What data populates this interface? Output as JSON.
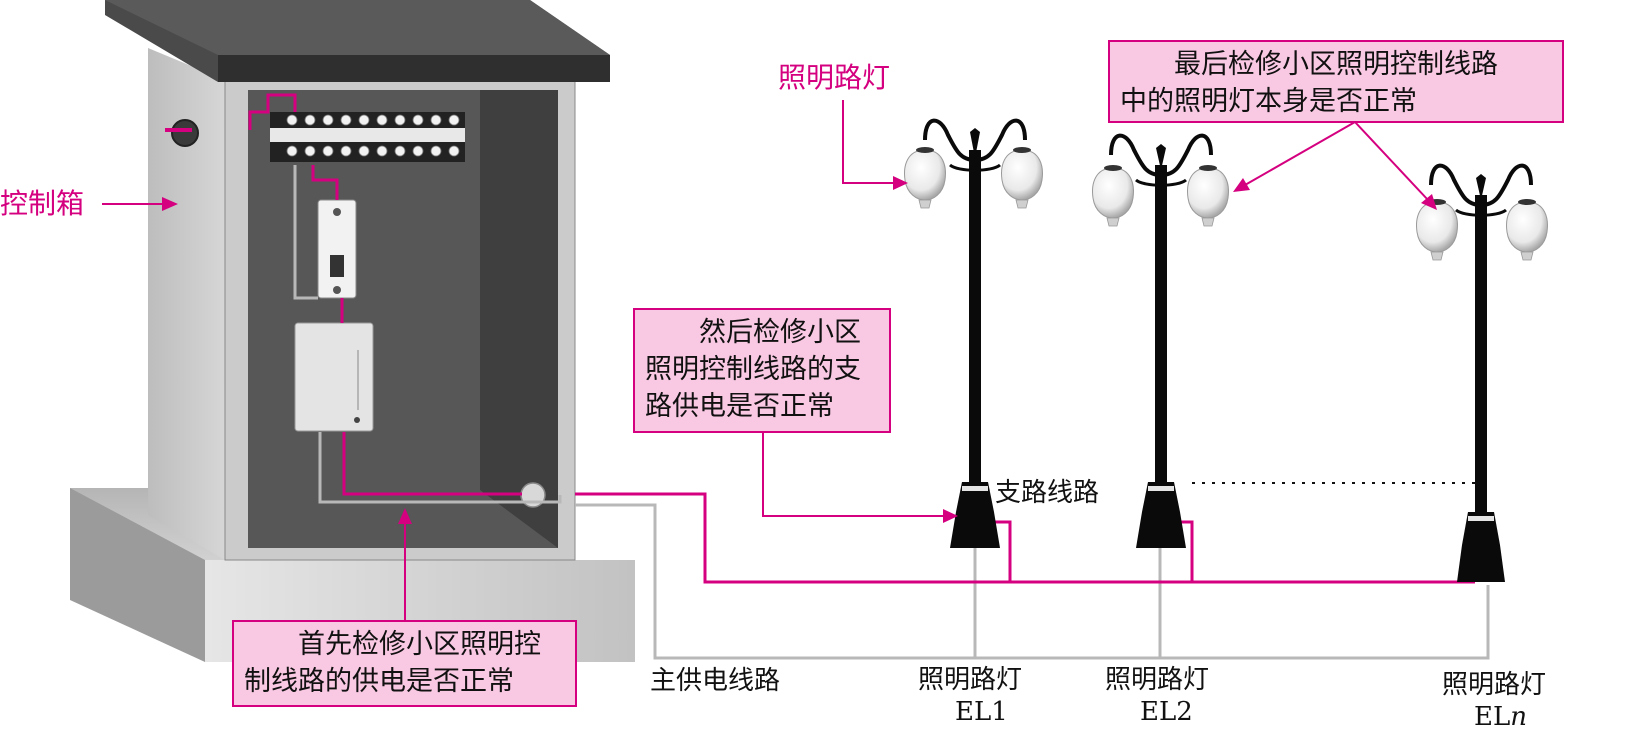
{
  "labels": {
    "control_box": "控制箱",
    "street_light_top": "照明路灯",
    "branch_line": "支路线路",
    "main_supply": "主供电线路",
    "el1_name": "照明路灯",
    "el1_id": "EL1",
    "el2_name": "照明路灯",
    "el2_id": "EL2",
    "eln_name": "照明路灯",
    "eln_id_prefix": "EL",
    "eln_id_suffix": "n"
  },
  "callouts": {
    "step1": {
      "line1": "首先检修小区照明控",
      "line2": "制线路的供电是否正常"
    },
    "step2": {
      "line1": "然后检修小区",
      "line2": "照明控制线路的支",
      "line3": "路供电是否正常"
    },
    "step3": {
      "line1": "最后检修小区照明控制线路",
      "line2": "中的照明灯本身是否正常"
    }
  },
  "colors": {
    "accent": "#d4007f",
    "callout_fill": "#f9c9e3",
    "cabinet_body": "#c9c9c9",
    "cabinet_inner": "#545454",
    "roof": "#505050",
    "pole": "#0a0a0a",
    "main_wire": "#b8b8b8"
  }
}
